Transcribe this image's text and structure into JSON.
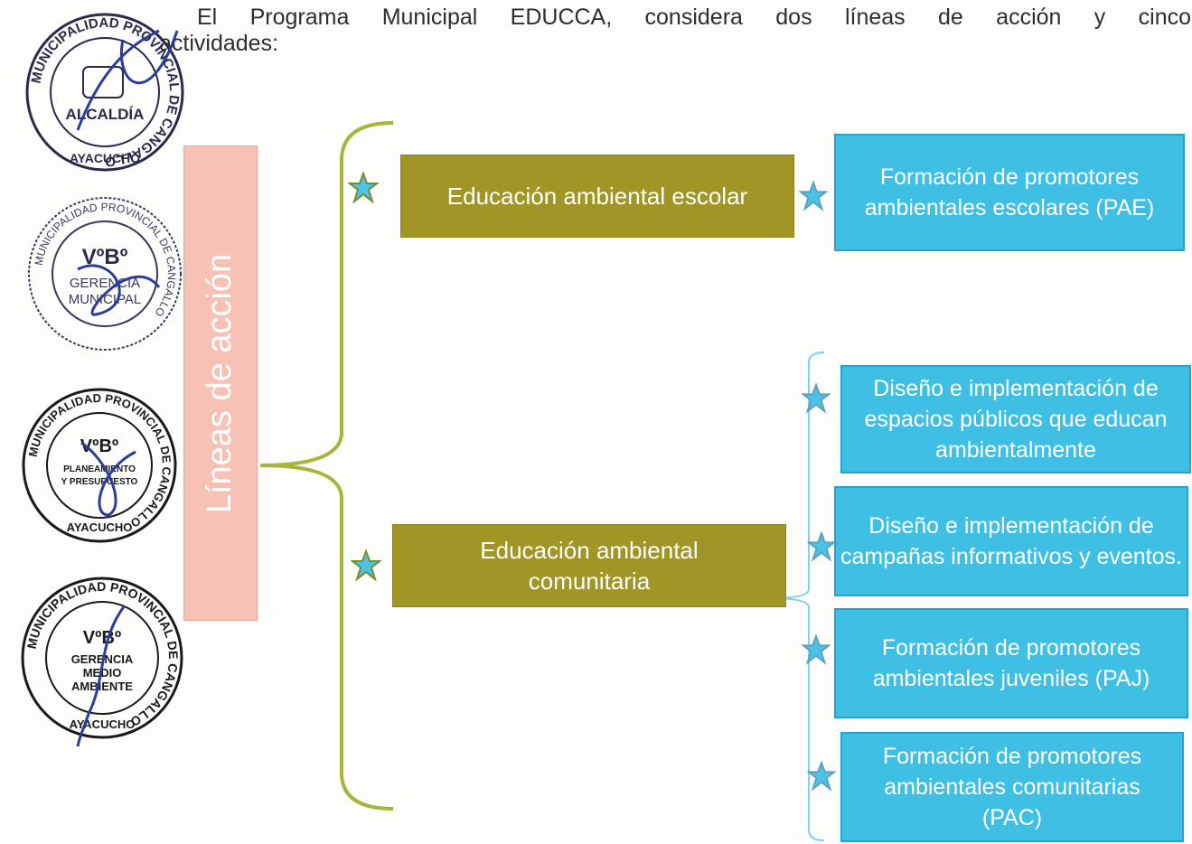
{
  "intro": {
    "line1": "El Programa Municipal EDUCCA, considera dos líneas de acción y cinco",
    "line2": "actividades:"
  },
  "diagram": {
    "main_label": "Líneas de acción",
    "lines": [
      {
        "label": "Educación ambiental escolar"
      },
      {
        "label": "Educación ambiental comunitaria"
      }
    ],
    "activities": [
      {
        "label": "Formación de promotores ambientales escolares (PAE)"
      },
      {
        "label": "Diseño e implementación de espacios públicos que educan ambientalmente"
      },
      {
        "label": "Diseño e implementación de campañas informativos y eventos."
      },
      {
        "label": "Formación de promotores ambientales juveniles (PAJ)"
      },
      {
        "label": "Formación de promotores ambientales comunitarias (PAC)"
      }
    ],
    "colors": {
      "line_box": "#a19625",
      "activity_box": "#3fbfe4",
      "main_box": "#f7c2b5",
      "star_fill": "#4cc3e6",
      "star_outline": "#7a8c2a"
    }
  },
  "stamps": [
    {
      "ring_text": "MUNICIPALIDAD PROVINCIAL DE CANGALLO",
      "center_text": "ALCALDÍA",
      "bottom_text": "AYACUCHO"
    },
    {
      "ring_text": "MUNICIPALIDAD PROVINCIAL DE CANGALLO",
      "vb": "VºBº",
      "center_line1": "GERENCIA",
      "center_line2": "MUNICIPAL"
    },
    {
      "ring_text": "MUNICIPALIDAD PROVINCIAL DE CANGALLO",
      "vb": "VºBº",
      "center_line1": "PLANEAMIENTO",
      "center_line2": "Y PRESUPUESTO",
      "bottom_text": "AYACUCHO"
    },
    {
      "ring_text": "MUNICIPALIDAD PROVINCIAL DE CANGALLO",
      "vb": "VºBº",
      "center_line1": "GERENCIA",
      "center_line2": "MEDIO",
      "center_line3": "AMBIENTE",
      "bottom_text": "AYACUCHO"
    }
  ]
}
